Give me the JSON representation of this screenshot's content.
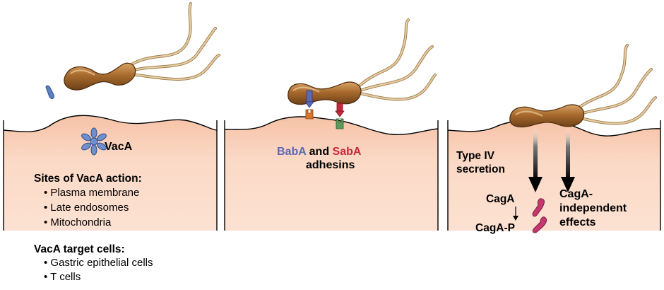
{
  "panel1": {
    "toxin_label": "VacA",
    "sites_heading": "Sites of VacA action:",
    "sites": [
      "Plasma membrane",
      "Late endosomes",
      "Mitochondria"
    ],
    "targets_heading": "VacA target cells:",
    "targets": [
      "Gastric epithelial cells",
      "T cells"
    ]
  },
  "panel2": {
    "adhesin_a": "BabA",
    "conjunction": "and",
    "adhesin_b": "SabA",
    "adhesins_word": "adhesins"
  },
  "panel3": {
    "secretion_line1": "Type IV",
    "secretion_line2": "secretion",
    "caga": "CagA",
    "caga_p": "CagA-P",
    "independent_line1": "CagA-",
    "independent_line2": "independent",
    "independent_line3": "effects"
  },
  "colors": {
    "tissue": "#fbd9c6",
    "bacterium": "#a86a2e",
    "flagella": "#e3c79d",
    "vaca": "#5b7fc0",
    "baba": "#5a6bb3",
    "saba": "#c8283c",
    "caga": "#c4386e",
    "receptor_orange": "#d9762a",
    "receptor_green": "#5c9a5c"
  }
}
